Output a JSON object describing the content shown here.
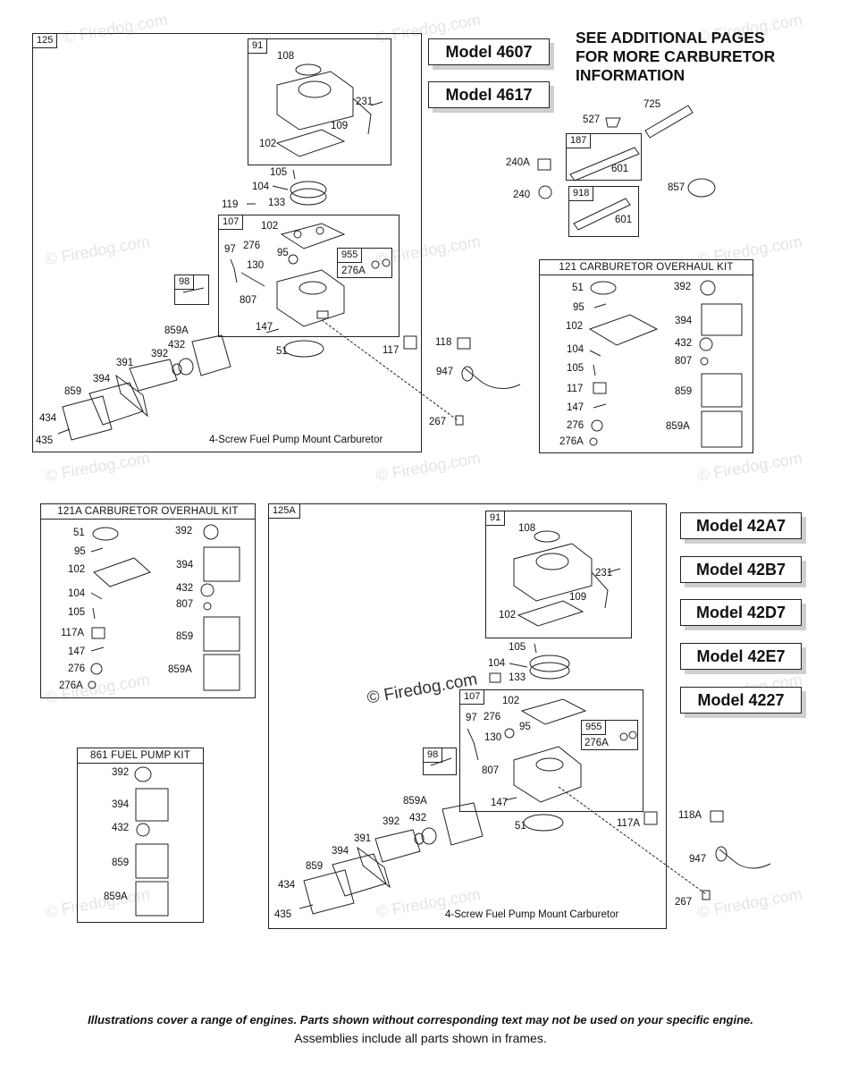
{
  "watermark": "© Firedog.com",
  "notice": [
    "SEE ADDITIONAL PAGES",
    "FOR MORE CARBURETOR",
    "INFORMATION"
  ],
  "models_top": [
    "Model 4607",
    "Model 4617"
  ],
  "models_right": [
    "Model 42A7",
    "Model 42B7",
    "Model 42D7",
    "Model 42E7",
    "Model 4227"
  ],
  "frame_125": {
    "tag": "125",
    "caption": "4-Screw Fuel Pump Mount Carburetor",
    "sub_91": {
      "tag": "91",
      "labels": [
        "108",
        "231",
        "109",
        "102"
      ]
    },
    "labels_mid": [
      "105",
      "104",
      "133",
      "119"
    ],
    "sub_107": {
      "tag": "107",
      "labels": [
        "102",
        "97",
        "276",
        "130",
        "95",
        "807",
        "147",
        "51"
      ]
    },
    "sub_955": {
      "tag": "955",
      "label": "276A"
    },
    "sub_98": {
      "tag": "98"
    },
    "labels_pump": [
      "859A",
      "432",
      "392",
      "391",
      "394",
      "859",
      "434",
      "435"
    ],
    "label_117": "117"
  },
  "top_right_parts": {
    "labels": [
      "725",
      "527",
      "240A",
      "240",
      "857",
      "118",
      "947",
      "267"
    ],
    "sub_187": {
      "tag": "187",
      "label": "601"
    },
    "sub_918": {
      "tag": "918",
      "label": "601"
    }
  },
  "kit_121": {
    "title": "121 CARBURETOR OVERHAUL KIT",
    "left": [
      "51",
      "95",
      "102",
      "104",
      "105",
      "117",
      "147",
      "276",
      "276A"
    ],
    "right": [
      "392",
      "394",
      "432",
      "807",
      "859",
      "859A"
    ]
  },
  "kit_121A": {
    "title": "121A CARBURETOR OVERHAUL KIT",
    "left": [
      "51",
      "95",
      "102",
      "104",
      "105",
      "117A",
      "147",
      "276",
      "276A"
    ],
    "right": [
      "392",
      "394",
      "432",
      "807",
      "859",
      "859A"
    ]
  },
  "kit_861": {
    "title": "861 FUEL PUMP KIT",
    "labels": [
      "392",
      "394",
      "432",
      "859",
      "859A"
    ]
  },
  "frame_125A": {
    "tag": "125A",
    "caption": "4-Screw Fuel Pump Mount Carburetor",
    "sub_91": {
      "tag": "91",
      "labels": [
        "108",
        "231",
        "109",
        "102"
      ]
    },
    "labels_mid": [
      "105",
      "104",
      "133"
    ],
    "sub_107": {
      "tag": "107",
      "labels": [
        "102",
        "97",
        "276",
        "130",
        "95",
        "807",
        "147",
        "51",
        "117A"
      ]
    },
    "sub_955": {
      "tag": "955",
      "label": "276A"
    },
    "sub_98": {
      "tag": "98"
    },
    "labels_pump": [
      "859A",
      "432",
      "392",
      "391",
      "394",
      "859",
      "434",
      "435"
    ]
  },
  "bottom_right_parts": [
    "118A",
    "947",
    "267"
  ],
  "footer": {
    "line1": "Illustrations cover a range of engines. Parts shown without corresponding text may not be used on your specific engine.",
    "line2": "Assemblies include all parts shown in frames."
  }
}
